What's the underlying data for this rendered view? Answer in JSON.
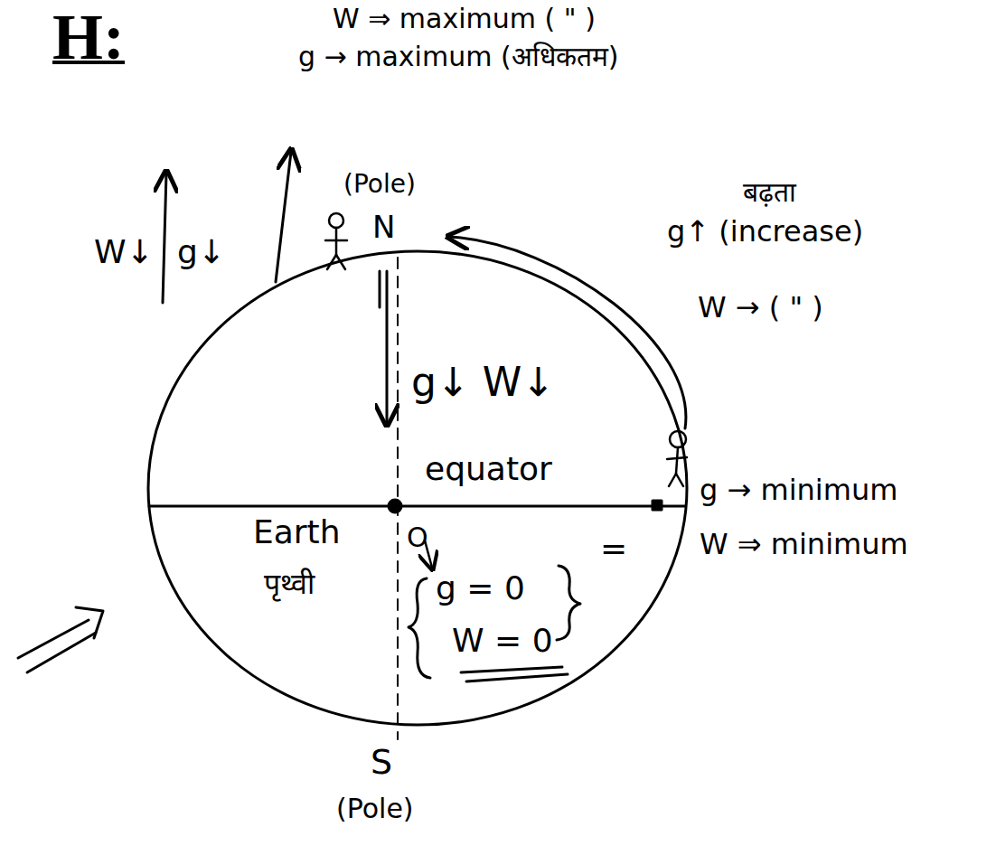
{
  "diagram": {
    "title": "H:",
    "labels": [
      "W ⇒ maximum ( \" )",
      "g → maximum (अधिकतम)",
      "(Pole)",
      "N",
      "W↓",
      "g↓",
      "बढ़ता",
      "g↑ (increase)",
      "W → ( \" )",
      "g↓ W↓",
      "equator",
      "g → minimum",
      "W ⇒ minimum",
      "Earth",
      "पृथ्वी",
      "O",
      "g = 0",
      "W = 0",
      "=",
      "S",
      "(Pole)"
    ]
  }
}
